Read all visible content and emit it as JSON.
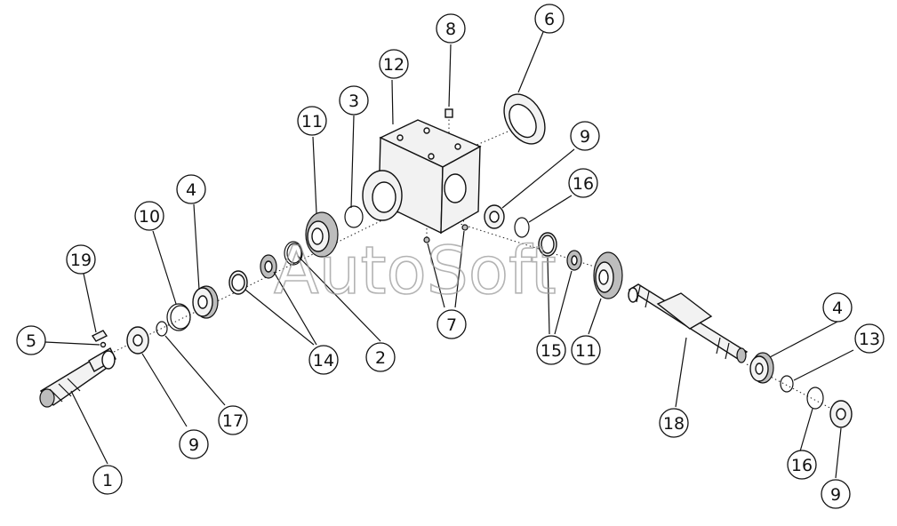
{
  "watermark": "AutoSoft",
  "callouts": [
    {
      "id": "c1",
      "label": "1"
    },
    {
      "id": "c2",
      "label": "2"
    },
    {
      "id": "c3",
      "label": "3"
    },
    {
      "id": "c4a",
      "label": "4"
    },
    {
      "id": "c4b",
      "label": "4"
    },
    {
      "id": "c5",
      "label": "5"
    },
    {
      "id": "c6",
      "label": "6"
    },
    {
      "id": "c7",
      "label": "7"
    },
    {
      "id": "c8",
      "label": "8"
    },
    {
      "id": "c9a",
      "label": "9"
    },
    {
      "id": "c9b",
      "label": "9"
    },
    {
      "id": "c9c",
      "label": "9"
    },
    {
      "id": "c10",
      "label": "10"
    },
    {
      "id": "c11a",
      "label": "11"
    },
    {
      "id": "c11b",
      "label": "11"
    },
    {
      "id": "c12",
      "label": "12"
    },
    {
      "id": "c13",
      "label": "13"
    },
    {
      "id": "c14",
      "label": "14"
    },
    {
      "id": "c15",
      "label": "15"
    },
    {
      "id": "c16a",
      "label": "16"
    },
    {
      "id": "c16b",
      "label": "16"
    },
    {
      "id": "c17",
      "label": "17"
    },
    {
      "id": "c18",
      "label": "18"
    },
    {
      "id": "c19",
      "label": "19"
    }
  ]
}
